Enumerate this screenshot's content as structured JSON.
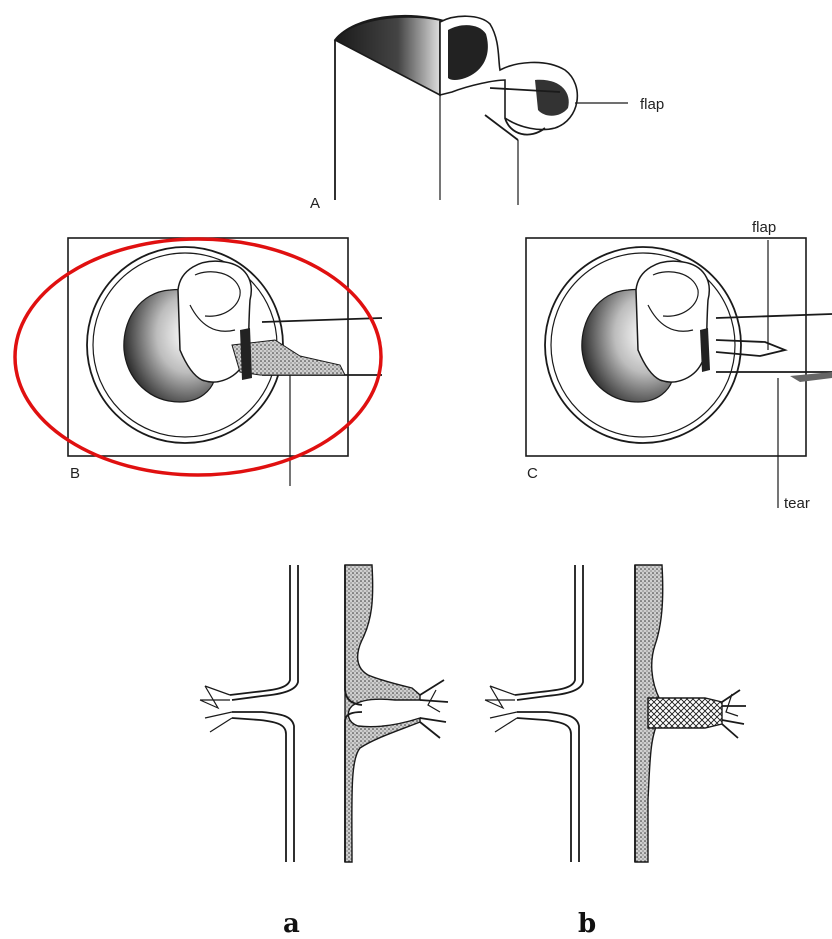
{
  "panels": {
    "A": {
      "label": "A",
      "annotation": "flap"
    },
    "B": {
      "label": "B"
    },
    "C": {
      "label": "C",
      "annotation_top": "flap",
      "annotation_bottom": "tear"
    },
    "a": {
      "label": "a"
    },
    "b": {
      "label": "b"
    }
  },
  "colors": {
    "highlight_ellipse": "#e01010",
    "ink": "#1a1a1a",
    "background": "#ffffff"
  }
}
